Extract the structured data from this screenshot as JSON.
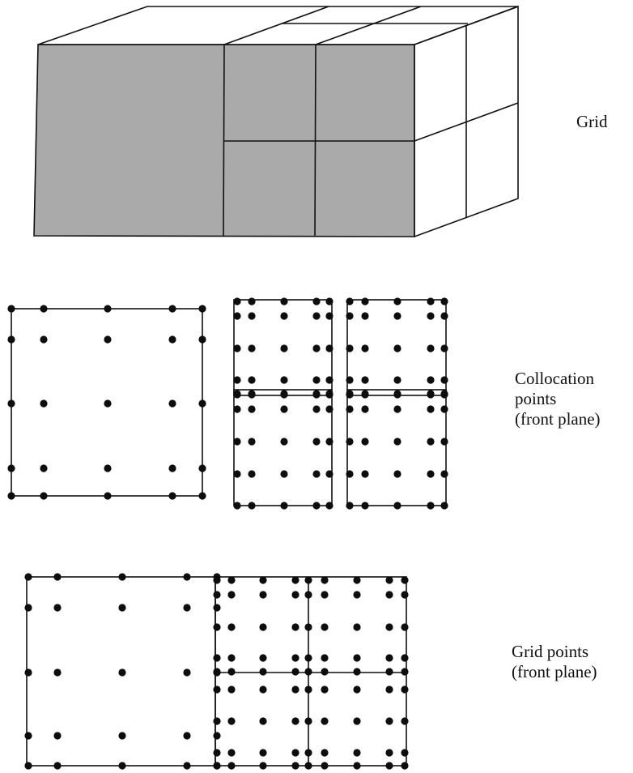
{
  "labels": {
    "grid": "Grid",
    "collocation_line1": "Collocation",
    "collocation_line2": "points",
    "collocation_line3": "(front plane)",
    "gridpoints_line1": "Grid points",
    "gridpoints_line2": "(front plane)"
  },
  "colors": {
    "ink": "#111111",
    "shaded_face": "#a8a8a8",
    "background": "#ffffff"
  },
  "panels": [
    {
      "name": "grid-3d-view"
    },
    {
      "name": "collocation-points-front-plane"
    },
    {
      "name": "grid-points-front-plane"
    }
  ]
}
